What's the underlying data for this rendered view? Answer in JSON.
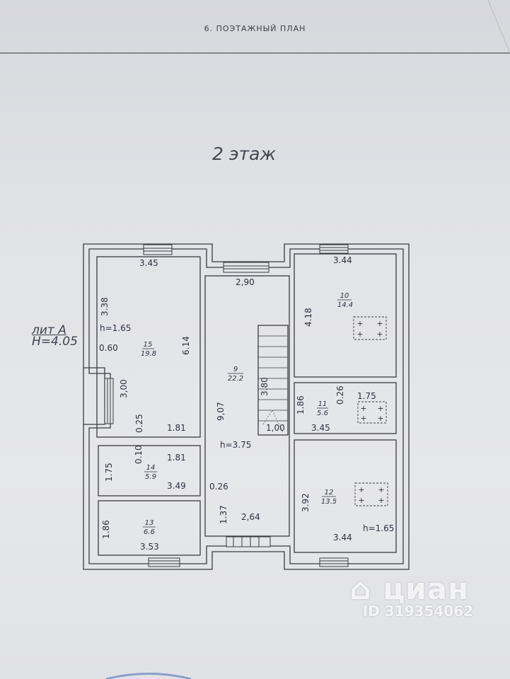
{
  "header": "6. ПОЭТАЖНЫЙ ПЛАН",
  "floor_title": "2 этаж",
  "building": {
    "lit": "лит А",
    "height": "H=4.05"
  },
  "watermark": {
    "brand": "циан",
    "id": "ID 319354062"
  },
  "rooms": {
    "r15": {
      "no": "15",
      "area": "19.8"
    },
    "r9": {
      "no": "9",
      "area": "22.2"
    },
    "r10": {
      "no": "10",
      "area": "14.4"
    },
    "r11": {
      "no": "11",
      "area": "5.6"
    },
    "r12": {
      "no": "12",
      "area": "13.5"
    },
    "r14": {
      "no": "14",
      "area": "5.9"
    },
    "r13": {
      "no": "13",
      "area": "6.6"
    }
  },
  "dims": {
    "d345": "3.45",
    "d338": "3.38",
    "h165a": "h=1.65",
    "d060": "0.60",
    "d614": "6.14",
    "d300": "3,00",
    "d025": "0.25",
    "d181a": "1.81",
    "d290": "2,90",
    "d907": "9,07",
    "d380": "3.80",
    "d100": "1,00",
    "h375": "h=3.75",
    "d026a": "0.26",
    "d137": "1.37",
    "d264": "2,64",
    "d344a": "3.44",
    "d418": "4.18",
    "d186a": "1.86",
    "d026b": "0.26",
    "d175a": "1.75",
    "d345b": "3.45",
    "d392": "3.92",
    "d344b": "3.44",
    "h165b": "h=1.65",
    "d010": "0.10",
    "d181b": "1.81",
    "d175b": "1.75",
    "d349": "3.49",
    "d186b": "1.86",
    "d353": "3.53"
  },
  "fixture_mark": "+"
}
